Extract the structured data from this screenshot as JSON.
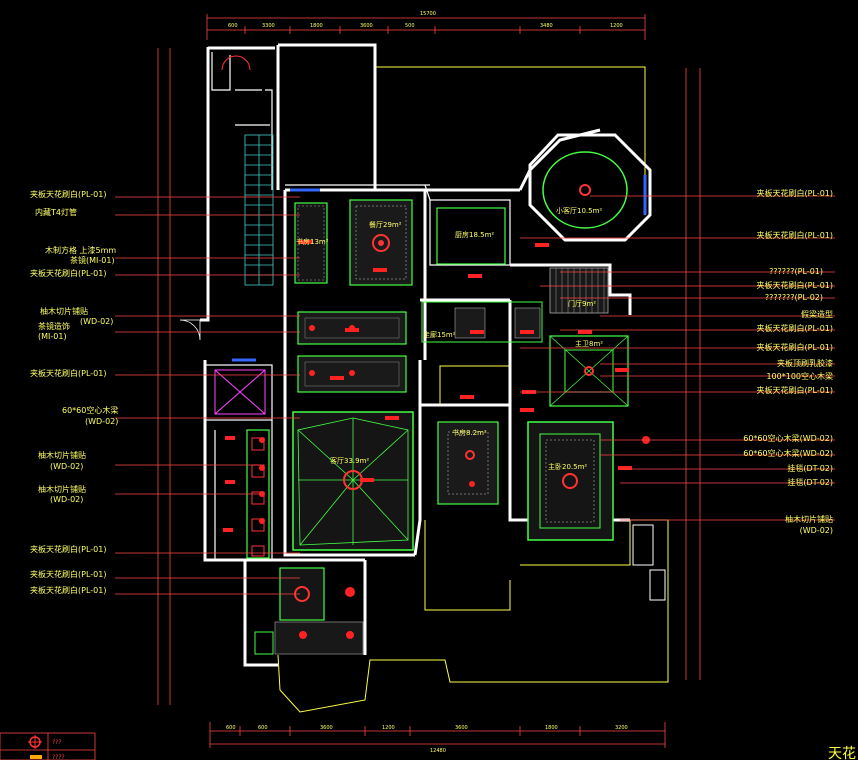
{
  "left_labels": [
    {
      "text": "夹板天花刷白(PL-01)"
    },
    {
      "text": "内藏T4灯管"
    },
    {
      "text": "木制方格 上漆5mm"
    },
    {
      "text": "茶镜(MI-01)"
    },
    {
      "text": "夹板天花刷白(PL-01)"
    },
    {
      "text": "柚木切片铺贴"
    },
    {
      "text": "(WD-02)"
    },
    {
      "text": "茶镜造饰"
    },
    {
      "text": "(MI-01)"
    },
    {
      "text": "夹板天花刷白(PL-01)"
    },
    {
      "text": "60*60空心木梁"
    },
    {
      "text": "(WD-02)"
    },
    {
      "text": "柚木切片铺贴"
    },
    {
      "text": "(WD-02)"
    },
    {
      "text": "柚木切片铺贴"
    },
    {
      "text": "(WD-02)"
    },
    {
      "text": "夹板天花刷白(PL-01)"
    },
    {
      "text": "夹板天花刷白(PL-01)"
    },
    {
      "text": "夹板天花刷白(PL-01)"
    }
  ],
  "right_labels": [
    {
      "text": "夹板天花刷白(PL-01)"
    },
    {
      "text": "夹板天花刷白(PL-01)"
    },
    {
      "text": "??????(PL-01)"
    },
    {
      "text": "夹板天花刷白(PL-01)"
    },
    {
      "text": "???????(PL-02)"
    },
    {
      "text": "假梁造型"
    },
    {
      "text": "夹板天花刷白(PL-01)"
    },
    {
      "text": "夹板天花刷白(PL-01)"
    },
    {
      "text": "夹板顶刷乳胶漆"
    },
    {
      "text": "100*100空心木梁"
    },
    {
      "text": "夹板天花刷白(PL-01)"
    },
    {
      "text": "60*60空心木梁(WD-02)"
    },
    {
      "text": "60*60空心木梁(WD-02)"
    },
    {
      "text": "挂毯(DT-02)"
    },
    {
      "text": "挂毯(DT-02)"
    },
    {
      "text": "柚木切片铺贴"
    },
    {
      "text": "(WD-02)"
    }
  ],
  "rooms": [
    {
      "text": "书房13m²"
    },
    {
      "text": "餐厅29m²"
    },
    {
      "text": "厨房18.5m²"
    },
    {
      "text": "小客厅10.5m²"
    },
    {
      "text": "走廊15m²"
    },
    {
      "text": "门厅9m²"
    },
    {
      "text": "主卫8m²"
    },
    {
      "text": "客厅33.9m²"
    },
    {
      "text": "书房8.2m²"
    },
    {
      "text": "主卧20.5m²"
    }
  ],
  "dims_top": {
    "overall": "15700",
    "parts": [
      "600",
      "3300",
      "1800",
      "3600",
      "500",
      "3480",
      "1200"
    ]
  },
  "dims_bottom": {
    "overall": "12480",
    "parts": [
      "600",
      "600",
      "3600",
      "1200",
      "3600",
      "1800",
      "3200"
    ]
  },
  "legend": [
    {
      "text": "???"
    },
    {
      "text": "????"
    }
  ],
  "sheet_mark": "天花"
}
